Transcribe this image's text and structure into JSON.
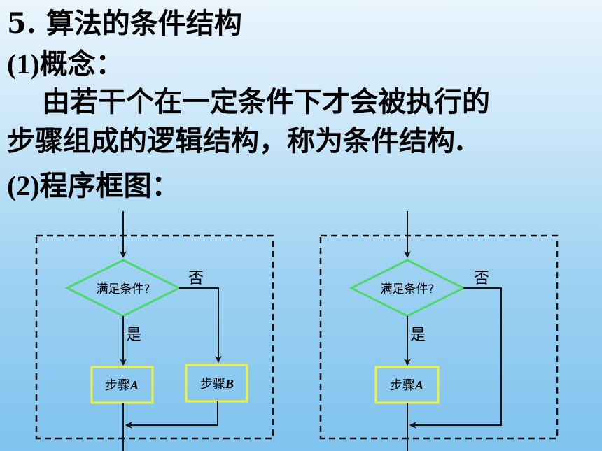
{
  "heading": {
    "number": "5.",
    "title": "算法的条件结构"
  },
  "concept": {
    "number": "(1)",
    "label": "概念："
  },
  "definition": {
    "line1": "由若干个在一定条件下才会被执行的",
    "line2": "步骤组成的逻辑结构，称为条件结构."
  },
  "flowchart_heading": {
    "number": "(2)",
    "label": "程序框图："
  },
  "diagram_left": {
    "condition": "满足条件?",
    "yes_label": "是",
    "no_label": "否",
    "step_a": {
      "prefix": "步骤",
      "letter": "A"
    },
    "step_b": {
      "prefix": "步骤",
      "letter": "B"
    }
  },
  "diagram_right": {
    "condition": "满足条件?",
    "yes_label": "是",
    "no_label": "否",
    "step_a": {
      "prefix": "步骤",
      "letter": "A"
    }
  },
  "colors": {
    "diamond_stroke": "#4cd96c",
    "box_stroke": "#f2f23a",
    "line": "#111111"
  }
}
